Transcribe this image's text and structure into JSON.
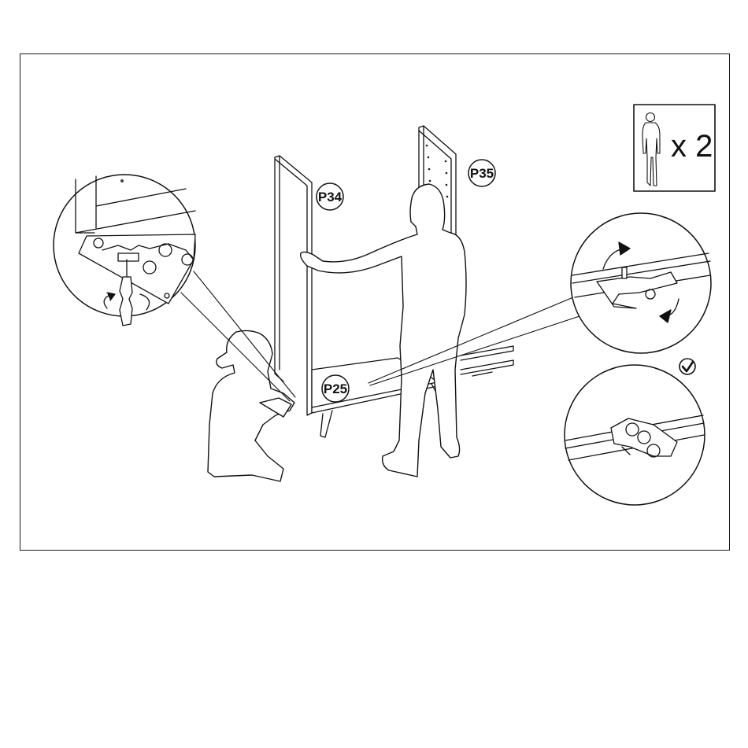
{
  "people_badge": {
    "count": "x 2"
  },
  "parts": {
    "p34": "P34",
    "p35": "P35",
    "p25": "P25"
  },
  "colors": {
    "ink": "#111111",
    "paper": "#ffffff"
  },
  "icons": [
    "person-icon",
    "screwdriver-icon",
    "rotate-arrow-icon",
    "checkmark-icon"
  ]
}
